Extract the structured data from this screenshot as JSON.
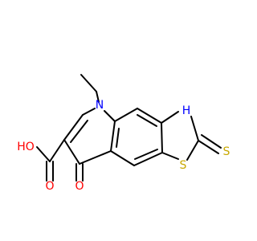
{
  "colors": {
    "background": "#ffffff",
    "bond": "#000000",
    "nitrogen": "#0000ff",
    "oxygen": "#ff0000",
    "sulfur": "#c8a800"
  },
  "atoms": {
    "n_ring": {
      "label": "N",
      "element": "nitrogen"
    },
    "nh": {
      "label": "H",
      "element": "nitrogen"
    },
    "s_ring": {
      "label": "S",
      "element": "sulfur"
    },
    "s_thione": {
      "label": "S",
      "element": "sulfur"
    },
    "o_ketone": {
      "label": "O",
      "element": "oxygen"
    },
    "o_carbonyl": {
      "label": "O",
      "element": "oxygen"
    },
    "oh": {
      "label": "HO",
      "element": "oxygen"
    }
  }
}
